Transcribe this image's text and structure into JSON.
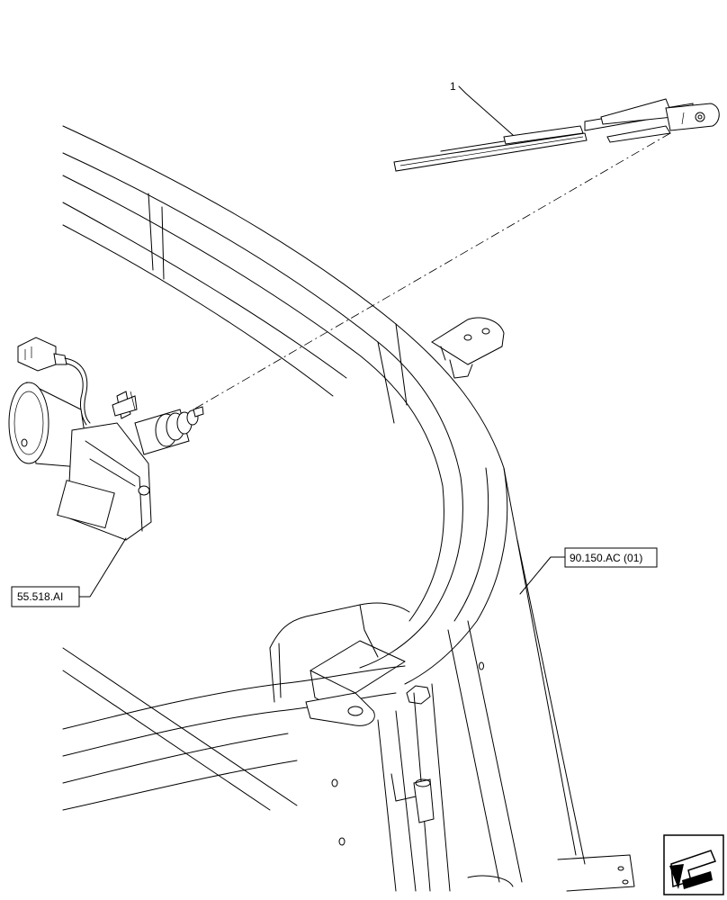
{
  "callouts": {
    "item_number": "1",
    "motor_ref": "55.518.AI",
    "frame_ref": "90.150.AC (01)"
  },
  "icons": {
    "nav_arrow": "previous-page-arrow-icon"
  }
}
